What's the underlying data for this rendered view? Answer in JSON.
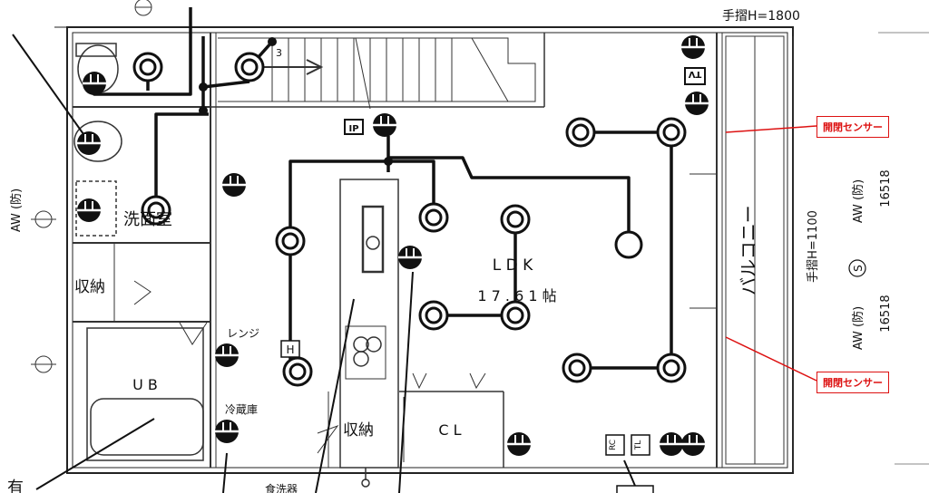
{
  "header": {
    "handrail_top": "手摺H=1800"
  },
  "rooms": {
    "washroom": "洗面室",
    "storage_left": "収納",
    "ub": "U B",
    "ldk": "L D K",
    "ldk_area": "1 7 . 6 1 帖",
    "storage_bottom": "収納",
    "cl": "C L",
    "balcony": "バルコニー"
  },
  "labels": {
    "range": "レンジ",
    "fridge": "冷蔵庫",
    "dishwasher": "食洗器",
    "h_box": "H",
    "ip_box": "IP",
    "tv_box": "TV",
    "rc_box": "RC",
    "tl_box": "TL",
    "stair_count": "3",
    "aw_left": "AW (防)",
    "bottom_left": "有"
  },
  "windows_right": {
    "handrail": "手摺H=1100",
    "aw_a_line1": "AW (防)",
    "aw_a_line2": "16518",
    "aw_b_line1": "AW (防)",
    "aw_b_circled": "S",
    "aw_b_line2": "16518"
  },
  "callouts": {
    "sensor_top": "開閉センサー",
    "sensor_bottom": "開閉センサー"
  },
  "colors": {
    "line": "#111111",
    "callout": "#dd1111"
  }
}
